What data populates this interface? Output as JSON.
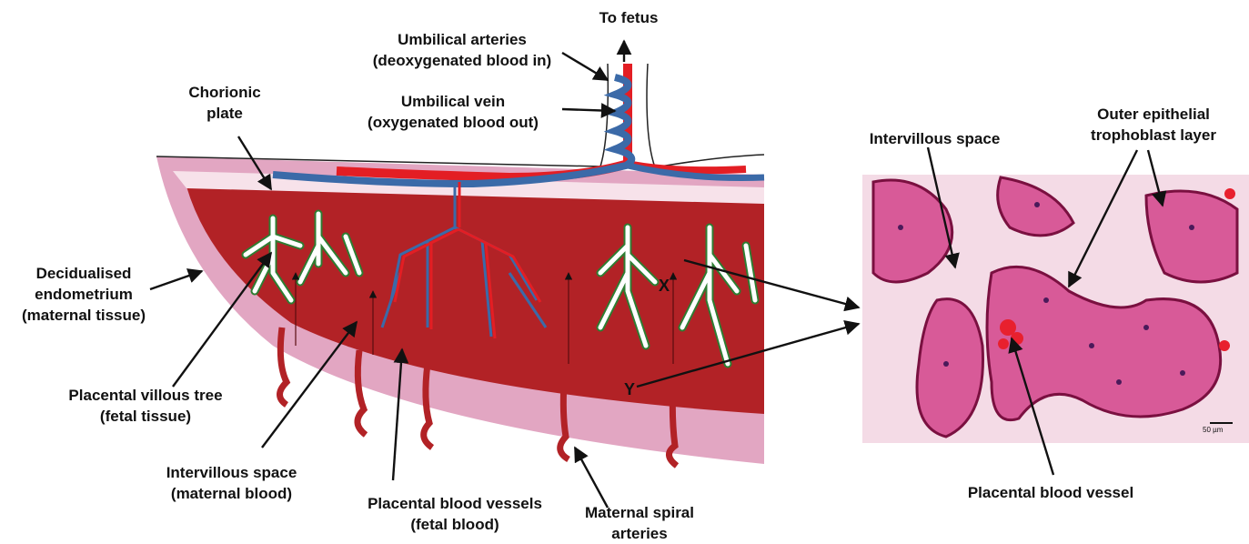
{
  "labels": {
    "to_fetus": "To fetus",
    "umbilical_arteries": [
      "Umbilical arteries",
      "(deoxygenated blood in)"
    ],
    "umbilical_vein": [
      "Umbilical vein",
      "(oxygenated blood out)"
    ],
    "chorionic_plate": [
      "Chorionic",
      "plate"
    ],
    "decidualised_endometrium": [
      "Decidualised",
      "endometrium",
      "(maternal tissue)"
    ],
    "placental_villous_tree": [
      "Placental villous tree",
      "(fetal tissue)"
    ],
    "intervillous_space_maternal": [
      "Intervillous space",
      "(maternal blood)"
    ],
    "placental_blood_vessels": [
      "Placental blood vessels",
      "(fetal blood)"
    ],
    "maternal_spiral_arteries": [
      "Maternal spiral",
      "arteries"
    ],
    "intervillous_space_micro": "Intervillous space",
    "outer_epithelial": [
      "Outer epithelial",
      "trophoblast layer"
    ],
    "placental_blood_vessel_micro": "Placental blood vessel",
    "marker_x": "X",
    "marker_y": "Y",
    "scale_bar": "50 µm"
  },
  "colors": {
    "decidua": "#e2a6c2",
    "intervillous_blood": "#b22226",
    "chorionic_plate": "#f7e2ea",
    "villi_fill": "#ffffff",
    "villi_outline": "#2e7d32",
    "artery_blue": "#3b6aa8",
    "vein_red": "#e31e24",
    "tissue_pink": "#e07aa8"
  }
}
